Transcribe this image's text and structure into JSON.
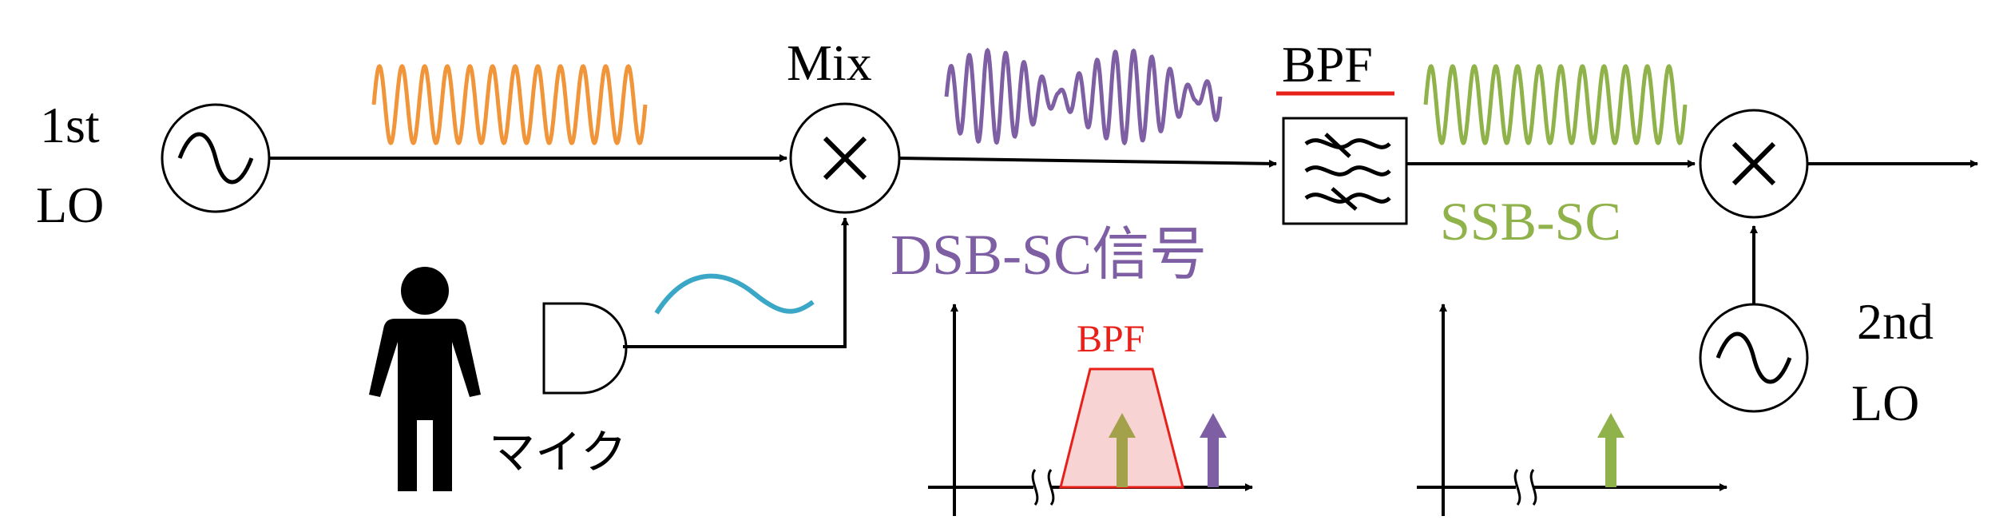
{
  "labels": {
    "lo1_line1": "1st",
    "lo1_line2": "LO",
    "mix": "Mix",
    "bpf_top": "BPF",
    "dsb": "DSB-SC信号",
    "ssb": "SSB-SC",
    "lo2_line1": "2nd",
    "lo2_line2": "LO",
    "mic": "マイク",
    "bpf_spectrum": "BPF"
  },
  "colors": {
    "carrier_wave": "#F0953A",
    "dsb_wave": "#7E5FA4",
    "ssb_wave": "#8FB24A",
    "audio_wave": "#3BA7C6",
    "bpf_red": "#E8201A",
    "bpf_fill": "#F8D3D3",
    "lower_arrow": "#A3A14A",
    "line": "#000000"
  },
  "icons": {
    "lo1": "sine-oscillator-icon",
    "mixer1": "multiply-mixer-icon",
    "bpf": "bandpass-filter-icon",
    "mixer2": "multiply-mixer-icon",
    "lo2": "sine-oscillator-icon",
    "mic": "microphone-icon",
    "person": "person-icon"
  }
}
